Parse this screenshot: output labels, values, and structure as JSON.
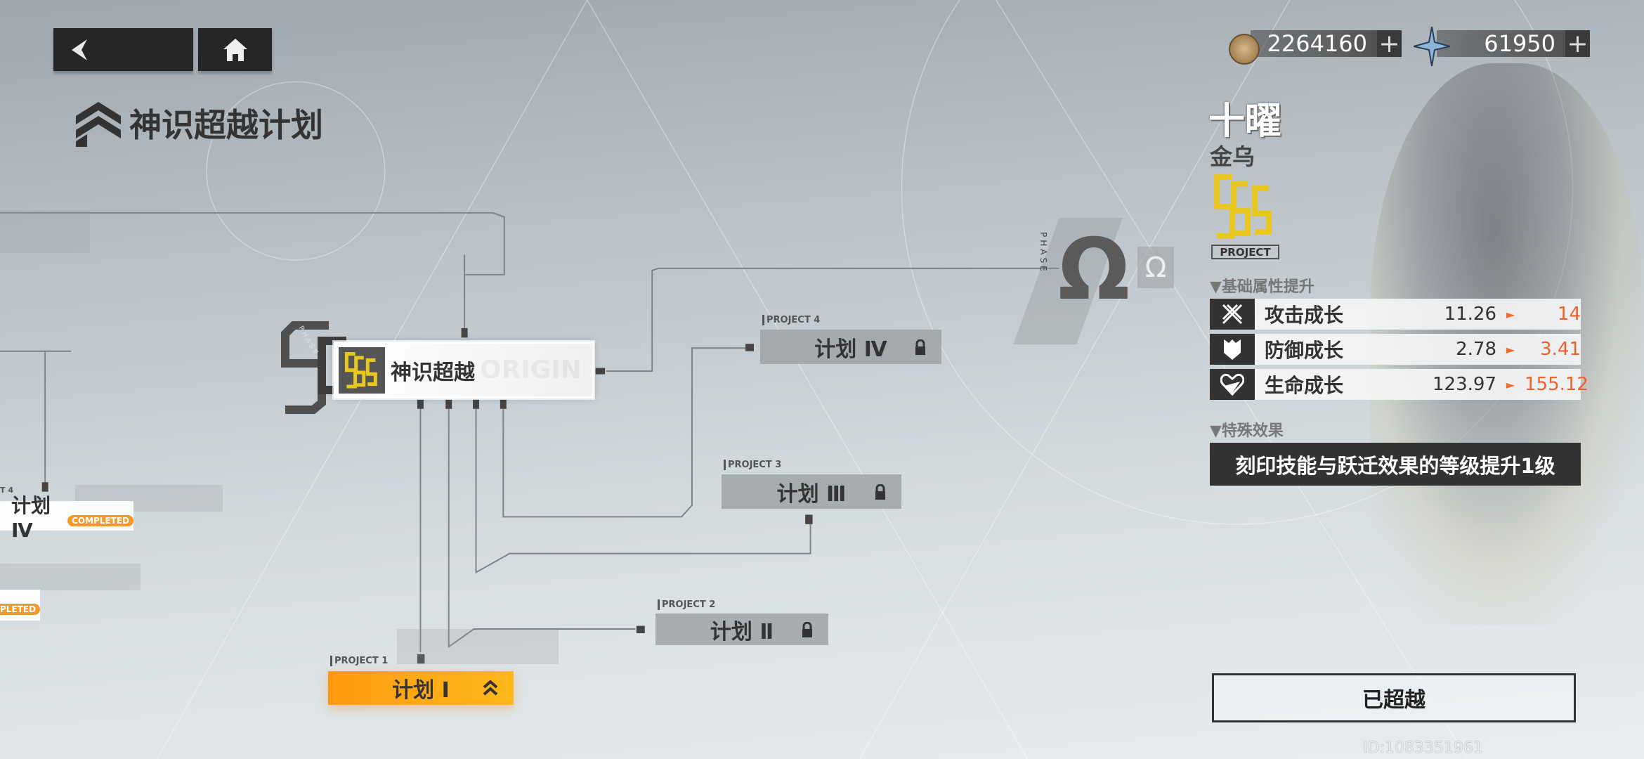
{
  "header": {
    "title": "神识超越计划"
  },
  "currencies": [
    {
      "icon": "coin-icon",
      "value": "2264160",
      "plus": "+"
    },
    {
      "icon": "crystal-star-icon",
      "value": "61950",
      "plus": "+"
    }
  ],
  "character": {
    "name": "十曜",
    "subtitle": "金乌",
    "badge": "PROJECT"
  },
  "base_stats": {
    "heading": "▼基础属性提升",
    "rows": [
      {
        "icon": "attack-icon",
        "label": "攻击成长",
        "old": "11.26",
        "new": "14"
      },
      {
        "icon": "defense-icon",
        "label": "防御成长",
        "old": "2.78",
        "new": "3.41"
      },
      {
        "icon": "health-icon",
        "label": "生命成长",
        "old": "123.97",
        "new": "155.12"
      }
    ]
  },
  "special": {
    "heading": "▼特殊效果",
    "text": "刻印技能与跃迁效果的等级提升1级"
  },
  "action": {
    "label": "已超越"
  },
  "user_id": "ID:1083351961",
  "tree": {
    "main": {
      "label": "神识超越",
      "phase": "PHASE",
      "watermark": "ORIGIN"
    },
    "omega": {
      "phase": "PHASE",
      "symbol": "Ω"
    },
    "projects": [
      {
        "tag": "PROJECT 1",
        "label": "计划 Ⅰ",
        "state": "current"
      },
      {
        "tag": "PROJECT 2",
        "label": "计划 Ⅱ",
        "state": "locked"
      },
      {
        "tag": "PROJECT 3",
        "label": "计划 Ⅲ",
        "state": "locked"
      },
      {
        "tag": "PROJECT 4",
        "label": "计划 Ⅳ",
        "state": "locked"
      }
    ],
    "previous": [
      {
        "tag": "T 4",
        "label": "计划 Ⅳ",
        "badge": "COMPLETED"
      },
      {
        "badge": "MPLETED"
      }
    ]
  },
  "colors": {
    "accent": "#ffa514",
    "increase": "#f0602a",
    "dark": "#262626"
  }
}
